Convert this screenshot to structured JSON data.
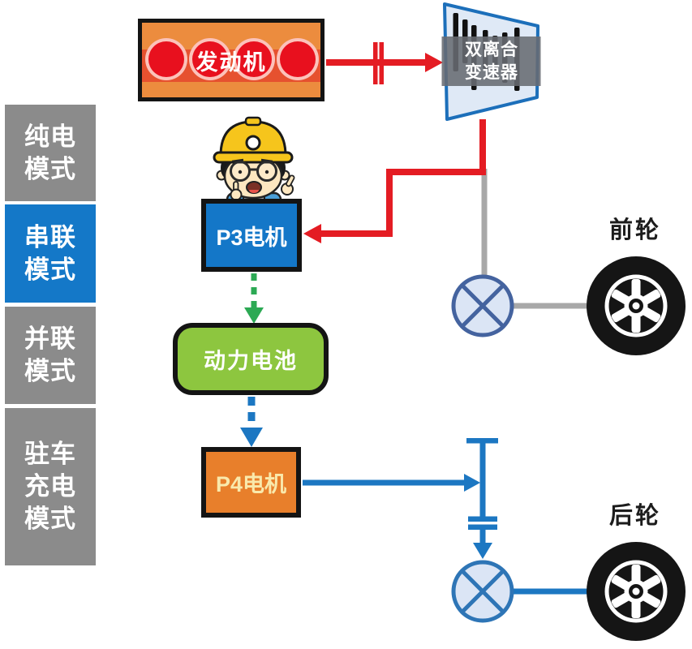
{
  "sidebar": {
    "items": [
      {
        "id": "pure-ev",
        "label": "纯电\n模式",
        "active": false
      },
      {
        "id": "series",
        "label": "串联\n模式",
        "active": true
      },
      {
        "id": "parallel",
        "label": "并联\n模式",
        "active": false
      },
      {
        "id": "park-charge",
        "label": "驻车\n充电\n模式",
        "active": false
      }
    ]
  },
  "nodes": {
    "engine": {
      "label": "发动机"
    },
    "transmission": {
      "line1": "双离合",
      "line2": "变速器"
    },
    "p3": {
      "label": "P3电机"
    },
    "battery": {
      "label": "动力电池"
    },
    "p4": {
      "label": "P4电机"
    }
  },
  "labels": {
    "front_wheel": "前轮",
    "rear_wheel": "后轮"
  },
  "colors": {
    "sidebar_gray": "#8b8b8b",
    "sidebar_active_blue": "#1478c8",
    "engine_orange": "#ec8c3e",
    "engine_band_red": "#e6512f",
    "cylinder_red": "#e8101e",
    "arrow_red": "#e41c23",
    "motor_blue": "#1477c8",
    "battery_green": "#8dc63f",
    "p4_orange": "#e87f2b",
    "arrow_green": "#2ca954",
    "arrow_blue": "#1c77c2",
    "shaft_gray": "#a8a8a8",
    "transmission_fill": "#dfe9f6",
    "transmission_border": "#1c6fba",
    "differential_fill": "#dbe5f5"
  }
}
